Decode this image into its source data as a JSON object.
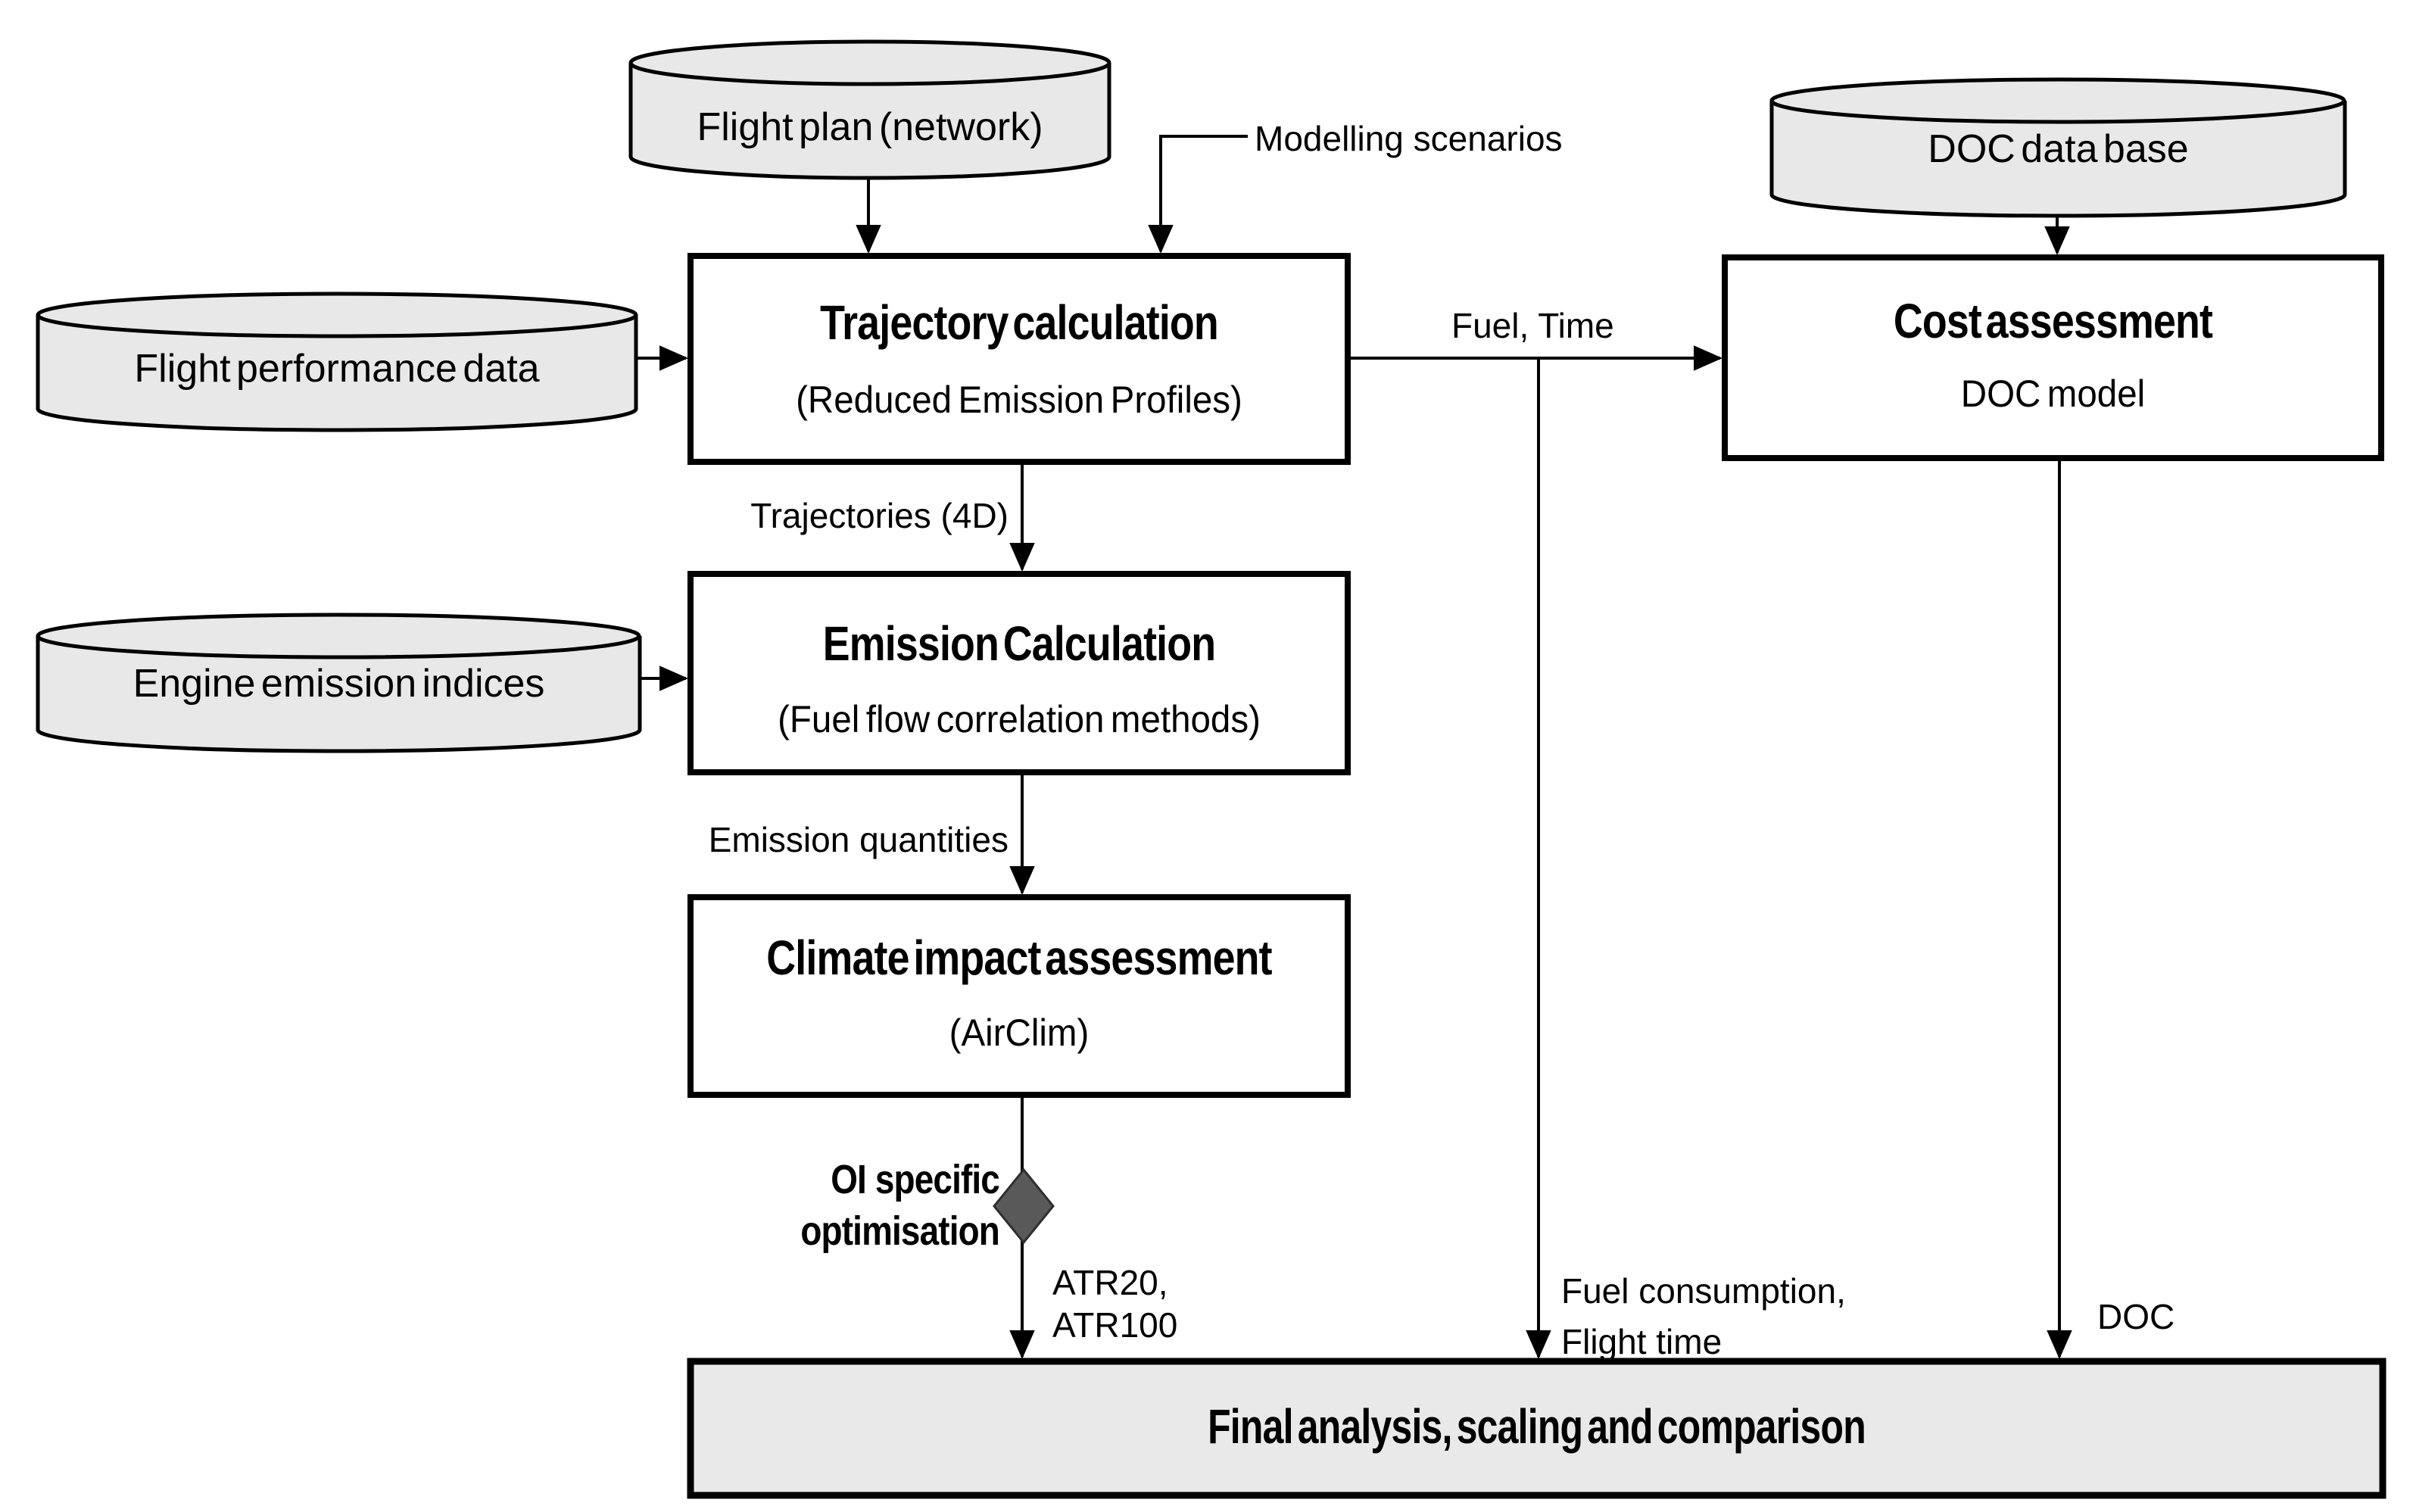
{
  "figure": {
    "datastores": [
      {
        "label": "Flight plan (network)"
      },
      {
        "label": "Flight performance data"
      },
      {
        "label": "Engine emission indices"
      },
      {
        "label": "DOC data base"
      }
    ],
    "processes": [
      {
        "title": "Trajectory calculation",
        "subtitle": "(Reduced Emission Profiles)"
      },
      {
        "title": "Emission Calculation",
        "subtitle": "(Fuel flow correlation methods)"
      },
      {
        "title": "Climate impact assessment",
        "subtitle": "(AirClim)"
      },
      {
        "title": "Cost assessment",
        "subtitle": "DOC model"
      }
    ],
    "final_box": {
      "title": "Final analysis, scaling and comparison"
    },
    "edge_labels": {
      "modelling_scenarios": "Modelling scenarios",
      "fuel_time": "Fuel, Time",
      "trajectories_4d": "Trajectories (4D)",
      "emission_quantities": "Emission quantities",
      "oi_line1": "OI specific",
      "oi_line2": "optimisation",
      "atr_line1": "ATR20,",
      "atr_line2": "ATR100",
      "fuel_consumption_line1": "Fuel consumption,",
      "fuel_consumption_line2": "Flight time",
      "doc": "DOC"
    },
    "colors": {
      "background": "#ffffff",
      "datastore_fill": "#e8e8e8",
      "process_fill": "#ffffff",
      "final_fill": "#e9e9e9",
      "diamond_fill": "#595959",
      "stroke": "#000000"
    }
  }
}
